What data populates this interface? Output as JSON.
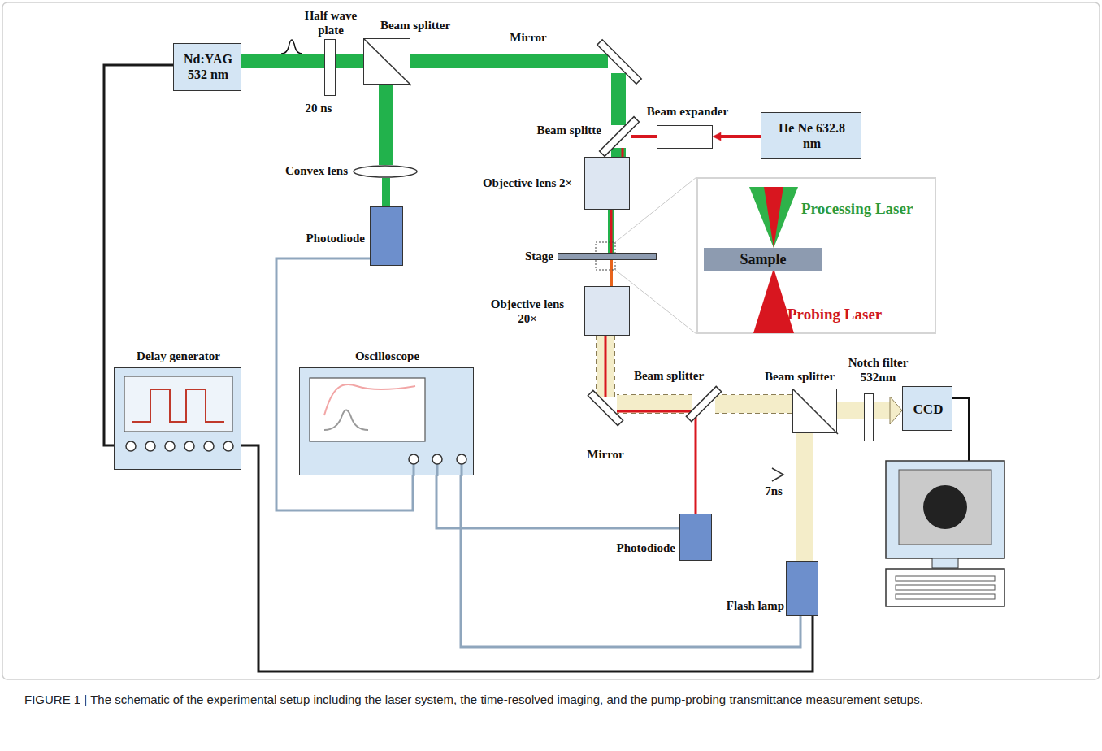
{
  "diagram": {
    "caption": "FIGURE 1 | The schematic of the experimental setup including the laser system, the time-resolved imaging, and the pump-probing transmittance measurement setups.",
    "nodes": [
      {
        "text": [
          "Nd:YAG 532 nm"
        ]
      },
      {
        "text": [
          "Half wave plate"
        ]
      },
      {
        "text": [
          "Beam splitter"
        ]
      },
      {
        "text": [
          "Mirror"
        ]
      },
      {
        "text": [
          "Beam splitte"
        ]
      },
      {
        "text": [
          "Beam expander"
        ]
      },
      {
        "text": [
          "He Ne 632.8 nm"
        ]
      },
      {
        "text": [
          "Convex lens"
        ]
      },
      {
        "text": [
          "Photodiode"
        ]
      },
      {
        "text": [
          "Objective lens 2×"
        ]
      },
      {
        "text": [
          "Stage"
        ]
      },
      {
        "text": [
          "Objective lens 20×"
        ]
      },
      {
        "text": [
          "Processing Laser",
          "Probing Laser"
        ]
      },
      {
        "text": [
          "Sample"
        ],
        "in": 12
      },
      {
        "text": [
          "Delay generator"
        ]
      },
      {
        "text": [
          "Oscilloscope"
        ]
      },
      {
        "text": [
          "Mirror"
        ]
      },
      {
        "text": [
          "Beam splitter"
        ]
      },
      {
        "text": [
          "Beam splitter"
        ]
      },
      {
        "text": [
          "Notch filter 532nm"
        ]
      },
      {
        "text": [
          "CCD"
        ]
      },
      {
        "text": [
          "Photodiode"
        ]
      },
      {
        "text": [
          "Flash lamp"
        ]
      }
    ],
    "edges": [
      {
        "from": 0,
        "to": 1,
        "arrow": "none"
      },
      {
        "from": 1,
        "to": 2,
        "arrow": "none"
      },
      {
        "from": 2,
        "to": 3,
        "arrow": "none"
      },
      {
        "from": 3,
        "to": 4,
        "arrow": "none"
      },
      {
        "from": 4,
        "to": 9,
        "arrow": "none"
      },
      {
        "from": 2,
        "to": 7,
        "arrow": "none"
      },
      {
        "from": 7,
        "to": 8,
        "arrow": "none"
      },
      {
        "from": 9,
        "to": 10,
        "arrow": "none"
      },
      {
        "from": 6,
        "to": 5,
        "arrow": "to"
      },
      {
        "from": 5,
        "to": 4,
        "arrow": "none"
      },
      {
        "from": 4,
        "to": 9,
        "arrow": "none"
      },
      {
        "from": 9,
        "to": 10,
        "arrow": "none"
      },
      {
        "from": 10,
        "to": 11,
        "arrow": "none"
      },
      {
        "from": 22,
        "to": 18,
        "arrow": "none"
      },
      {
        "from": 18,
        "to": 17,
        "arrow": "none"
      },
      {
        "from": 17,
        "to": 16,
        "arrow": "none"
      },
      {
        "from": 16,
        "to": 11,
        "arrow": "none"
      },
      {
        "from": 11,
        "to": 16,
        "arrow": "none"
      },
      {
        "from": 16,
        "to": 17,
        "arrow": "none"
      },
      {
        "from": 17,
        "to": 21,
        "arrow": "none"
      },
      {
        "from": 18,
        "to": 19,
        "arrow": "none"
      },
      {
        "from": 19,
        "to": 20,
        "arrow": "to"
      },
      {
        "from": 0,
        "to": 14,
        "arrow": "none"
      },
      {
        "from": 14,
        "to": 22,
        "arrow": "none"
      },
      {
        "from": 8,
        "to": 15,
        "arrow": "none"
      },
      {
        "from": 21,
        "to": 15,
        "arrow": "none"
      },
      {
        "from": 15,
        "to": 22,
        "arrow": "none"
      }
    ],
    "labels": [
      "20 ns",
      "7ns"
    ]
  }
}
